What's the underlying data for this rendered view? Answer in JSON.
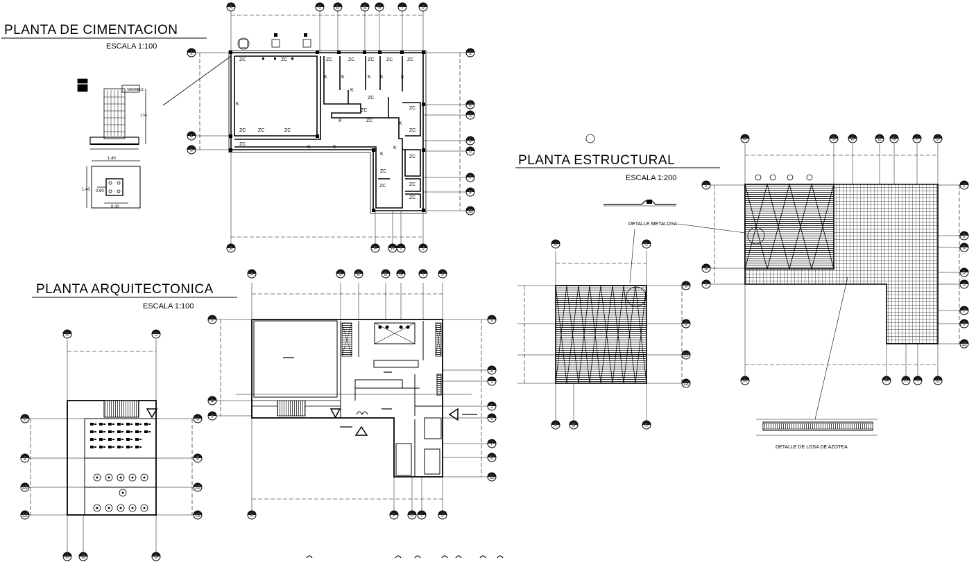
{
  "cimentacion": {
    "title": "PLANTA DE CIMENTACION",
    "scale": "ESCALA 1:100",
    "zapata_label": "ZC",
    "contratrabe_label": "K",
    "cols_top": [
      "A",
      "C",
      "D",
      "E",
      "G",
      "I",
      "J"
    ],
    "cols_bottom": [
      "A",
      "F",
      "H",
      "I",
      "J"
    ],
    "rows_left": [
      "1",
      "4",
      "6"
    ],
    "rows_right": [
      "1",
      "2",
      "3",
      "5",
      "6",
      "7",
      "9",
      "11"
    ]
  },
  "arquitectonica": {
    "title": "PLANTA ARQUITECTONICA",
    "scale": "ESCALA 1:100",
    "cols_top": [
      "A",
      "C",
      "D",
      "E",
      "G",
      "I",
      "J"
    ],
    "cols_bottom": [
      "A",
      "F",
      "H",
      "I",
      "J"
    ],
    "rows_left": [
      "1",
      "4",
      "6"
    ],
    "rows_right": [
      "1",
      "2",
      "3",
      "5",
      "6",
      "7",
      "9",
      "11"
    ]
  },
  "mezzanine": {
    "cols_top": [
      "A",
      "C"
    ],
    "cols_bottom": [
      "A",
      "B",
      "C"
    ],
    "rows": [
      "6",
      "8",
      "10",
      "12"
    ]
  },
  "estructural": {
    "title": "PLANTA  ESTRUCTURAL",
    "scale": "ESCALA 1:200",
    "detalle_metalosa": "DETALLE METALOSA",
    "detalle_azotea": "DETALLE DE LOSA DE AZOTEA",
    "cols_top": [
      "A",
      "C",
      "D",
      "E",
      "G",
      "I",
      "J"
    ],
    "cols_bottom": [
      "A",
      "F",
      "H",
      "I",
      "J"
    ],
    "rows_left": [
      "1",
      "4",
      "6"
    ],
    "rows_right": [
      "1",
      "2",
      "3",
      "5",
      "6",
      "7",
      "9",
      "11"
    ]
  },
  "losa_mezzanine": {
    "cols_top": [
      "A",
      "C"
    ],
    "cols_bottom": [
      "A",
      "B",
      "C"
    ],
    "rows": [
      "6",
      "8",
      "10",
      "12"
    ]
  },
  "zapata_detail": {
    "dim_width": "1.40",
    "dim_height": "1.40",
    "dim_inner": "0.60",
    "dim_small": "0.30",
    "dim_var": "VARIABLE",
    "dim_side": "1.50"
  }
}
